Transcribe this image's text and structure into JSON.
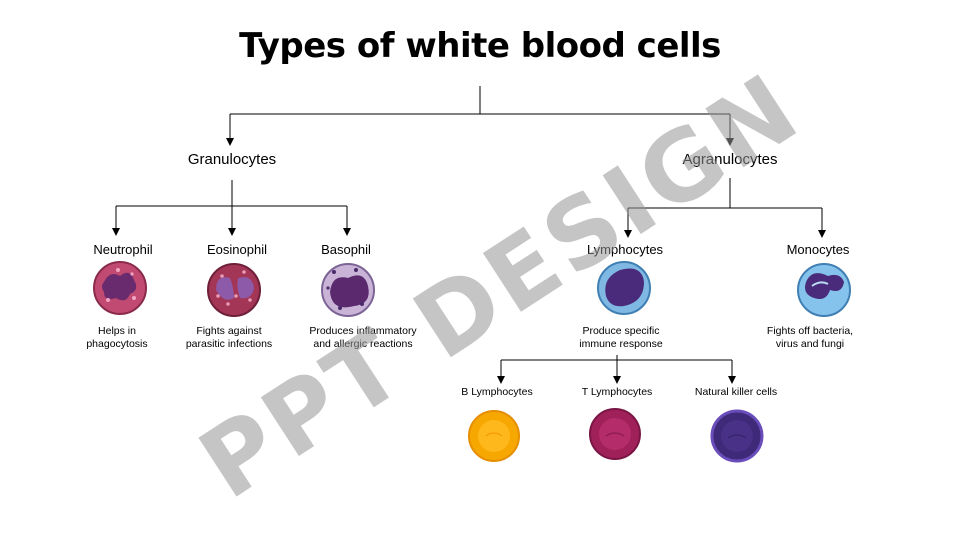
{
  "title": "Types of white blood cells",
  "categories": [
    {
      "label": "Granulocytes"
    },
    {
      "label": "Agranulocytes"
    }
  ],
  "cells": [
    {
      "label": "Neutrophil",
      "desc": "Helps in\nphagocytosis"
    },
    {
      "label": "Eosinophil",
      "desc": "Fights against\nparasitic infections"
    },
    {
      "label": "Basophil",
      "desc": "Produces inflammatory\nand allergic reactions"
    },
    {
      "label": "Lymphocytes",
      "desc": "Produce specific\nimmune  response"
    },
    {
      "label": "Monocytes",
      "desc": "Fights off bacteria,\nvirus and fungi"
    }
  ],
  "lymphocyte_types": [
    {
      "label": "B Lymphocytes"
    },
    {
      "label": "T Lymphocytes"
    },
    {
      "label": "Natural killer  cells"
    }
  ],
  "watermark": "PPT DESIGN",
  "colors": {
    "neutrophil": "#c04a72",
    "eosinophil": "#a33657",
    "basophil": "#c9b3d6",
    "lymphocyte": "#7fb9e3",
    "monocyte": "#86c3ec",
    "b_cell": "#f7a800",
    "t_cell": "#a0205a",
    "nk_cell": "#3f2a7a"
  }
}
